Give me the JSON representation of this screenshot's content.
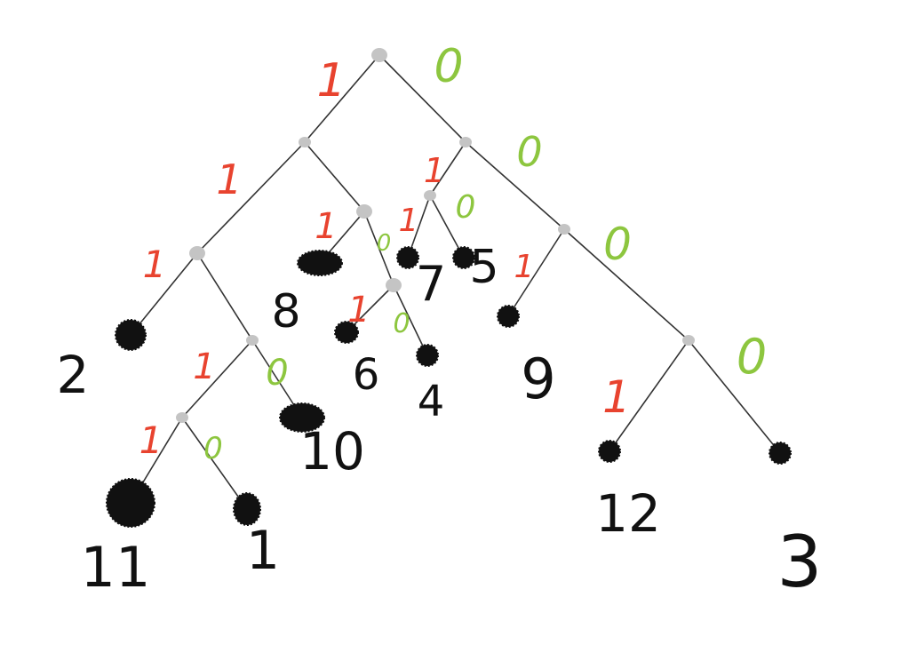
{
  "colors": {
    "edge": "#333333",
    "internal_node": "#c4c4c4",
    "leaf_node": "#111111",
    "one_label": "#e8432f",
    "zero_label": "#8dc63f",
    "leaf_label": "#111111"
  },
  "edge_labels": {
    "one": "1",
    "zero": "0"
  },
  "leaves": [
    {
      "id": "leaf-2",
      "label": "2"
    },
    {
      "id": "leaf-11",
      "label": "11"
    },
    {
      "id": "leaf-1",
      "label": "1"
    },
    {
      "id": "leaf-10",
      "label": "10"
    },
    {
      "id": "leaf-8",
      "label": "8"
    },
    {
      "id": "leaf-6",
      "label": "6"
    },
    {
      "id": "leaf-4",
      "label": "4"
    },
    {
      "id": "leaf-7",
      "label": "7"
    },
    {
      "id": "leaf-5",
      "label": "5"
    },
    {
      "id": "leaf-9",
      "label": "9"
    },
    {
      "id": "leaf-12",
      "label": "12"
    },
    {
      "id": "leaf-3",
      "label": "3"
    }
  ]
}
